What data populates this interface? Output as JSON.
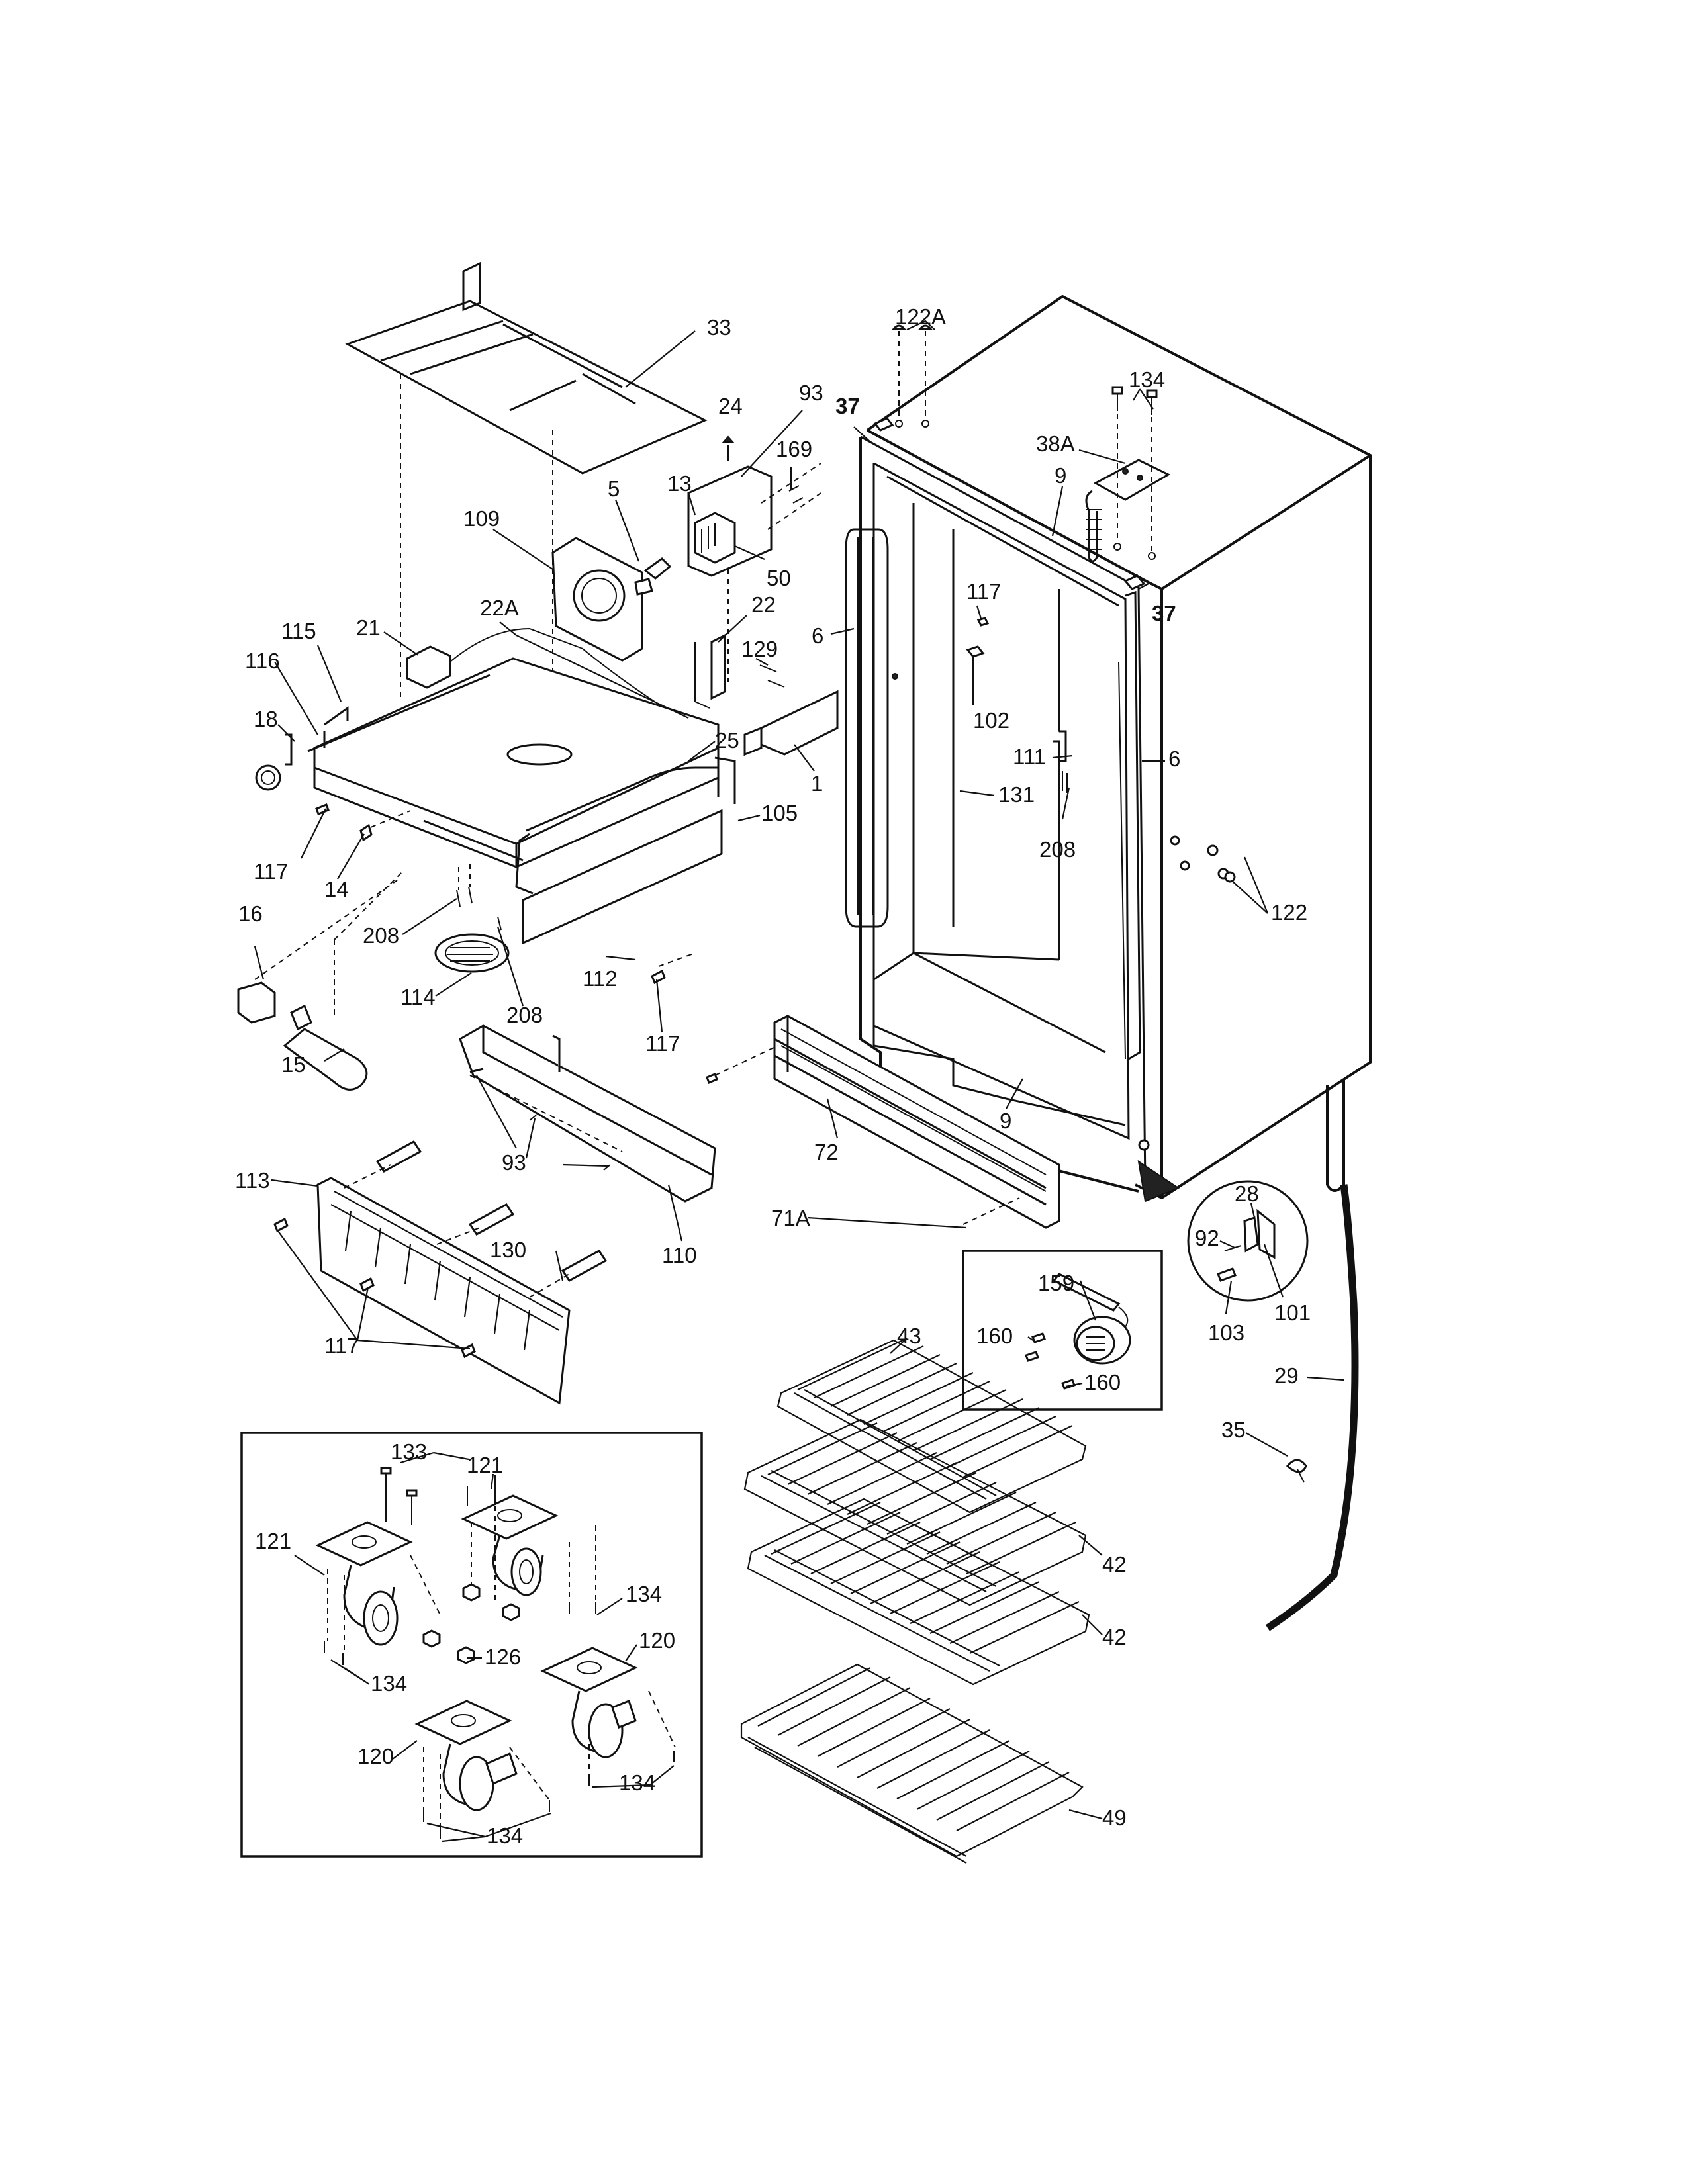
{
  "labels": {
    "c33": "33",
    "c122A": "122A",
    "c134_top": "134",
    "c24": "24",
    "c93_top": "93",
    "c37_top": "37",
    "c169": "169",
    "c38A": "38A",
    "c13": "13",
    "c5": "5",
    "c109": "109",
    "c9_top": "9",
    "c50": "50",
    "c37_right": "37",
    "c117_door": "117",
    "c22A": "22A",
    "c22": "22",
    "c21": "21",
    "c115": "115",
    "c6_left": "6",
    "c116": "116",
    "c129": "129",
    "c102": "102",
    "c18": "18",
    "c25": "25",
    "c111": "111",
    "c6_right": "6",
    "c1": "1",
    "c131": "131",
    "c105": "105",
    "c117_a": "117",
    "c14": "14",
    "c208_right": "208",
    "c122": "122",
    "c16": "16",
    "c208_a": "208",
    "c112": "112",
    "c114": "114",
    "c208_b": "208",
    "c117_b": "117",
    "c15": "15",
    "c93_mid": "93",
    "c72": "72",
    "c9_bottom": "9",
    "c113": "113",
    "c110": "110",
    "c71A": "71A",
    "c28": "28",
    "c130": "130",
    "c92": "92",
    "c159": "159",
    "c101": "101",
    "c43": "43",
    "c160_a": "160",
    "c103": "103",
    "c117_c": "117",
    "c160_b": "160",
    "c29": "29",
    "c35": "35",
    "c133": "133",
    "c121_a": "121",
    "c121_b": "121",
    "c42_a": "42",
    "c134_a": "134",
    "c42_b": "42",
    "c126": "126",
    "c120_a": "120",
    "c134_b": "134",
    "c120_b": "120",
    "c134_c": "134",
    "c134_d": "134",
    "c49": "49"
  }
}
